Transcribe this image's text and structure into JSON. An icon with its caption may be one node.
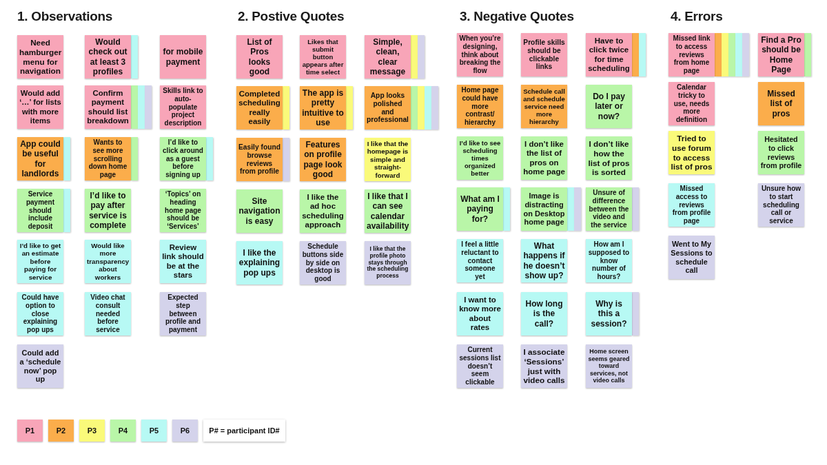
{
  "diagram": {
    "nodes": [
      {
        "text": [
          "Need hamburger menu for navigation"
        ]
      },
      {
        "text": [
          "Would check out at least 3 profiles"
        ]
      },
      {
        "text": [],
        "shape": "box"
      },
      {
        "text": [
          "for mobile payment"
        ]
      },
      {
        "text": [
          "Would add ‘…’ for lists with more items"
        ]
      },
      {
        "text": [
          "Confirm payment should list breakdown"
        ]
      },
      {
        "text": [],
        "shape": "box"
      },
      {
        "text": [],
        "shape": "box"
      },
      {
        "text": [],
        "shape": "box"
      },
      {
        "text": [
          "Skills link to auto-populate project description"
        ]
      },
      {
        "text": [
          "App could be useful for landlords"
        ]
      },
      {
        "text": [],
        "shape": "box"
      },
      {
        "text": [
          "Wants to see more scrolling down home page"
        ]
      },
      {
        "text": [],
        "shape": "box"
      },
      {
        "text": [
          "I’d like to click around as a guest before signing up"
        ]
      },
      {
        "text": [],
        "shape": "box"
      },
      {
        "text": [
          "Service payment should include deposit"
        ]
      },
      {
        "text": [],
        "shape": "box"
      },
      {
        "text": [
          "I’d like to pay after service is complete"
        ]
      },
      {
        "text": [
          "‘Topics’ on heading home page should be ‘Services’"
        ]
      },
      {
        "text": [
          "I’d like to get an estimate before paying for service"
        ]
      },
      {
        "text": [
          "Would like more transparency about workers"
        ]
      },
      {
        "text": [
          "Review link should be at the stars"
        ]
      },
      {
        "text": [
          "Could have option to close explaining pop ups"
        ]
      },
      {
        "text": [
          "Video chat consult needed before service"
        ]
      },
      {
        "text": [
          "Expected step between profile and payment"
        ]
      },
      {
        "text": [
          "Could add a ‘schedule now’ pop up"
        ]
      },
      {
        "text": [
          "List of Pros looks good"
        ]
      },
      {
        "text": [
          "Likes that submit button appears after time select"
        ]
      },
      {
        "text": [
          "Simple, clean, clear message"
        ]
      },
      {
        "text": [],
        "shape": "box"
      },
      {
        "text": [],
        "shape": "box"
      },
      {
        "text": [
          "Completed scheduling really easily"
        ]
      },
      {
        "text": [],
        "shape": "box"
      },
      {
        "text": [
          "The app is pretty intuitive to use"
        ]
      },
      {
        "text": [],
        "shape": "box"
      },
      {
        "text": [
          "App looks polished and professional"
        ]
      },
      {
        "text": [],
        "shape": "box"
      },
      {
        "text": [],
        "shape": "box"
      },
      {
        "text": [],
        "shape": "box"
      },
      {
        "text": [],
        "shape": "box"
      },
      {
        "text": [
          "Easily found browse reviews from profile"
        ]
      },
      {
        "text": [],
        "shape": "box"
      },
      {
        "text": [
          "Features on profile page look good"
        ]
      },
      {
        "text": [
          "I like that the homepage is simple and straight-forward"
        ]
      },
      {
        "text": [
          "Site navigation is easy"
        ]
      },
      {
        "text": [
          "I like the ad hoc scheduling approach"
        ]
      },
      {
        "text": [
          "I like that I can see calendar availability"
        ]
      },
      {
        "text": [
          "I like the explaining pop ups"
        ]
      },
      {
        "text": [
          "Schedule buttons side by side on desktop is good"
        ]
      },
      {
        "text": [
          "I like that the profile photo stays through the scheduling process"
        ]
      },
      {
        "text": [
          "When you’re designing, think about breaking the flow"
        ]
      },
      {
        "text": [
          "Profile skills should be clickable links"
        ]
      },
      {
        "text": [
          "Have to click twice for time scheduling"
        ]
      },
      {
        "text": [],
        "shape": "box"
      },
      {
        "text": [],
        "shape": "box"
      },
      {
        "text": [
          "Home page could have more contrast/hierarchy"
        ]
      },
      {
        "text": [
          "Schedule call and schedule service need more hierarchy"
        ]
      },
      {
        "text": [
          "Do I pay later or now?"
        ]
      },
      {
        "text": [
          "I’d like to see scheduling times organized better"
        ]
      },
      {
        "text": [
          "I don’t like the list of pros on home page"
        ]
      },
      {
        "text": [
          "I don’t like how the list of pros is sorted"
        ]
      },
      {
        "text": [
          "What am I paying for?"
        ]
      },
      {
        "text": [],
        "shape": "box"
      },
      {
        "text": [
          "Image is distracting on Desktop home page"
        ]
      },
      {
        "text": [],
        "shape": "box"
      },
      {
        "text": [],
        "shape": "box"
      },
      {
        "text": [
          "Unsure of difference between the video and the service"
        ]
      },
      {
        "text": [],
        "shape": "box"
      },
      {
        "text": [
          "I feel a little reluctant to contact someone yet"
        ]
      },
      {
        "text": [
          "What happens if he doesn’t show up?"
        ]
      },
      {
        "text": [
          "How am I supposed to know number of hours?"
        ]
      },
      {
        "text": [
          "I want to know more about rates"
        ]
      },
      {
        "text": [
          "How long is the call?"
        ]
      },
      {
        "text": [
          "Why is this a session?"
        ]
      },
      {
        "text": [],
        "shape": "box"
      },
      {
        "text": [
          "Current sessions list doesn’t seem clickable"
        ]
      },
      {
        "text": [
          "I associate ‘Sessions’ just with video calls"
        ]
      },
      {
        "text": [
          "Home screen seems geared toward services, not video calls"
        ]
      },
      {
        "text": [
          "Missed link to access reviews from home page"
        ]
      },
      {
        "text": [],
        "shape": "box"
      },
      {
        "text": [],
        "shape": "box"
      },
      {
        "text": [],
        "shape": "box"
      },
      {
        "text": [],
        "shape": "box"
      },
      {
        "text": [],
        "shape": "box"
      },
      {
        "text": [
          "Find a Pro should be Home Page"
        ]
      },
      {
        "text": [],
        "shape": "box"
      },
      {
        "text": [
          "Calendar tricky to use, needs more definition"
        ]
      },
      {
        "text": [
          "Missed list of pros"
        ]
      },
      {
        "text": [
          "Tried to use forum to access list of pros"
        ]
      },
      {
        "text": [
          "Hesitated to click reviews from profile"
        ]
      },
      {
        "text": [
          "Missed access to reviews from profile page"
        ]
      },
      {
        "text": [
          "Unsure how to start scheduling call or service"
        ]
      },
      {
        "text": [
          "Went to My Sessions to schedule call"
        ]
      }
    ],
    "labels": [
      "1. Observations",
      "2. Postive Quotes",
      "3. Negative Quotes",
      "4. Errors",
      "P# = participant ID#"
    ],
    "legend": [
      {
        "text": "P1",
        "color": "#f8a5b8"
      },
      {
        "text": "P2",
        "color": "#fbad4b"
      },
      {
        "text": "P3",
        "color": "#fafa7a"
      },
      {
        "text": "P4",
        "color": "#b9f6a8"
      },
      {
        "text": "P5",
        "color": "#b7f9f4"
      },
      {
        "text": "P6",
        "color": "#d4d3eb"
      }
    ]
  }
}
